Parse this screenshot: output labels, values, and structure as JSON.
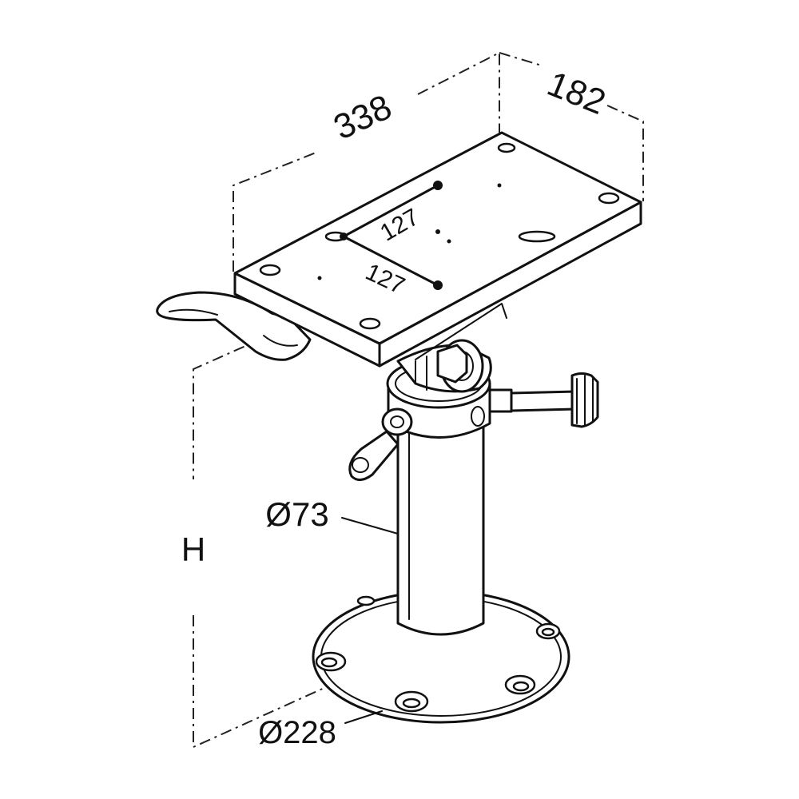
{
  "dimensions": {
    "top_length": "338",
    "top_width": "182",
    "bolt_spacing_a": "127",
    "bolt_spacing_b": "127",
    "column_diameter": "Ø73",
    "base_diameter": "Ø228",
    "height": "H"
  }
}
